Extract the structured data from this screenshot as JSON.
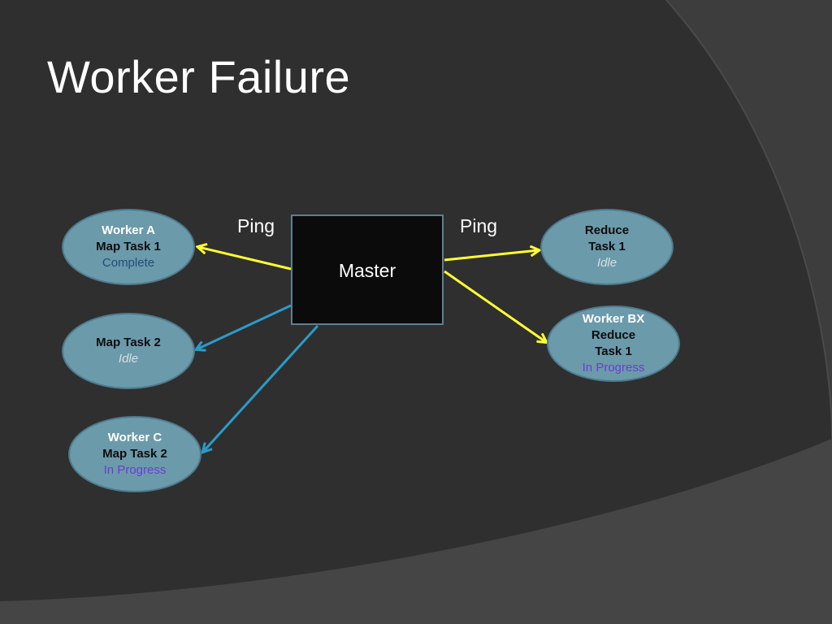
{
  "slide": {
    "title": "Worker Failure",
    "ping_left": "Ping",
    "ping_right": "Ping",
    "master_label": "Master"
  },
  "nodes": {
    "worker_a": {
      "line1": "Worker A",
      "line2": "Map Task 1",
      "status": "Complete"
    },
    "map_task_2": {
      "line1": "Map Task 2",
      "status": "Idle"
    },
    "worker_c": {
      "line1": "Worker C",
      "line2": "Map Task 2",
      "status": "In Progress"
    },
    "reduce_task_1": {
      "line1": "Reduce",
      "line2": "Task 1",
      "status": "Idle"
    },
    "worker_bx": {
      "line1": "Worker BX",
      "line2": "Reduce",
      "line3": "Task 1",
      "status": "In Progress"
    }
  },
  "colors": {
    "background": "#2f2f2f",
    "arc": "#414141",
    "node_fill": "#6b9aab",
    "ping_arrow": "#ffff33",
    "assign_arrow": "#2a9bc8"
  }
}
